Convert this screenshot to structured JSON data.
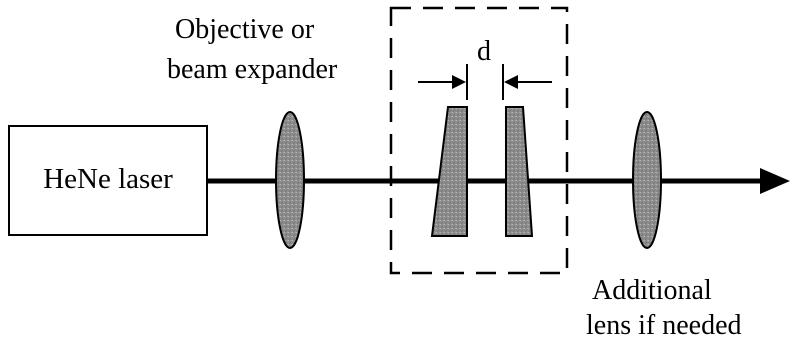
{
  "labels": {
    "laser": "HeNe laser",
    "objective_line1": "Objective or",
    "objective_line2": "beam expander",
    "gap": "d",
    "additional_line1": "Additional",
    "additional_line2": "lens if needed"
  },
  "colors": {
    "ink": "#000000",
    "optic_fill": "#8c8c8c"
  }
}
